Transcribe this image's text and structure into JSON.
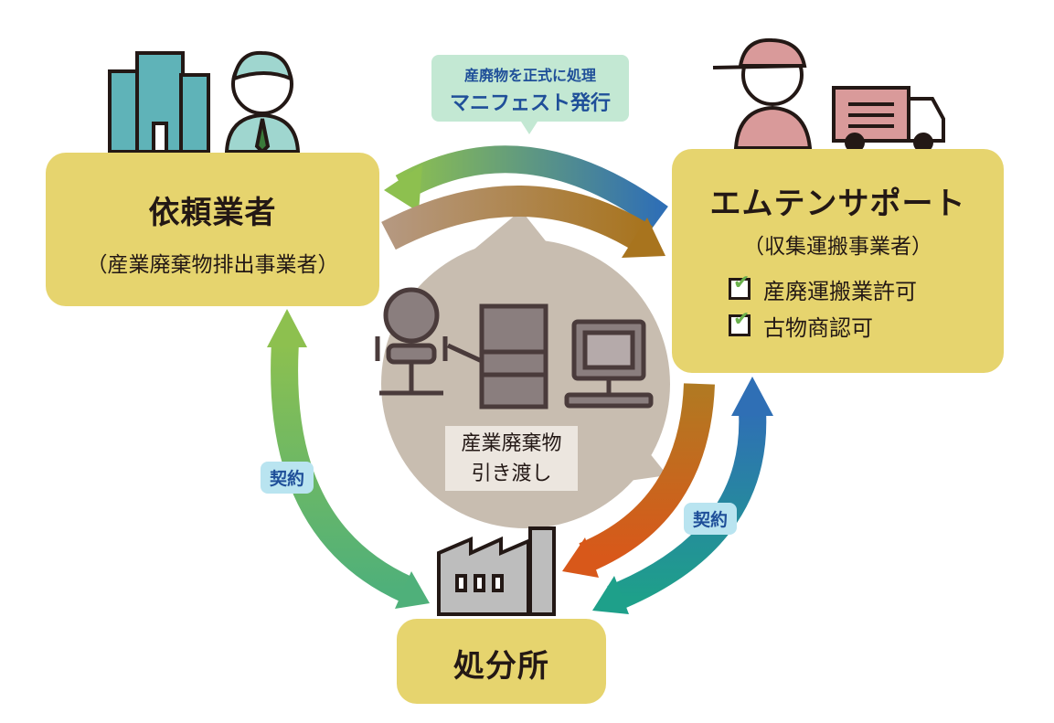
{
  "client": {
    "title": "依頼業者",
    "subtitle": "（産業廃棄物排出事業者）"
  },
  "collector": {
    "title": "エムテンサポート",
    "subtitle": "（収集運搬事業者）",
    "licenses": [
      "産廃運搬業許可",
      "古物商認可"
    ]
  },
  "disposal": {
    "title": "処分所"
  },
  "manifest": {
    "line1": "産廃物を正式に処理",
    "line2": "マニフェスト発行"
  },
  "handover": {
    "line1": "産業廃棄物",
    "line2": "引き渡し"
  },
  "contract_left": "契約",
  "contract_right": "契約",
  "colors": {
    "box": "#e6d46e",
    "callout": "#c3e8d3",
    "tag": "#b9e4f0",
    "circle": "#c8bdb0"
  }
}
